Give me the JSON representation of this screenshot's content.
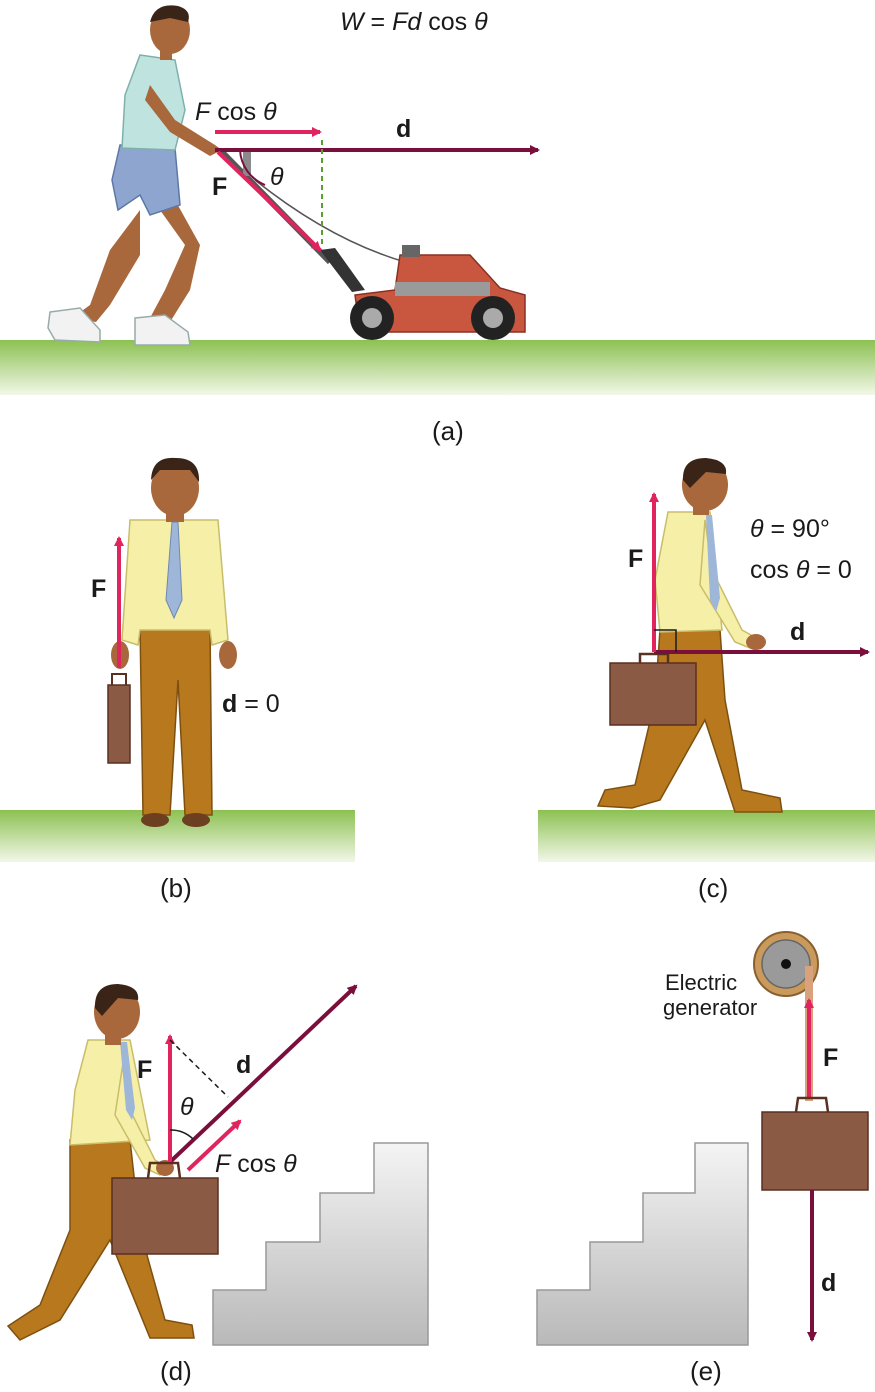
{
  "panel_a": {
    "equation": {
      "lhs": "W",
      "eq": " = ",
      "f": "F",
      "d": "d",
      "cos": " cos ",
      "theta": "θ"
    },
    "fcos_label": {
      "f": "F",
      "cos": " cos ",
      "theta": "θ"
    },
    "d_label": "d",
    "f_label": "F",
    "theta_label": "θ",
    "caption": "(a)"
  },
  "panel_b": {
    "f_label": "F",
    "d_label": {
      "d": "d",
      "eq": " = 0"
    },
    "caption": "(b)"
  },
  "panel_c": {
    "f_label": "F",
    "d_label": "d",
    "theta_line": {
      "theta": "θ",
      "rest": "  = 90°"
    },
    "cos_line": {
      "cos": "cos ",
      "theta": "θ",
      "rest": "  = 0"
    },
    "caption": "(c)"
  },
  "panel_d": {
    "f_label": "F",
    "d_label": "d",
    "theta_label": "θ",
    "fcos_label": {
      "f": "F",
      "cos": " cos ",
      "theta": "θ"
    },
    "caption": "(d)"
  },
  "panel_e": {
    "generator_line1": "Electric",
    "generator_line2": "generator",
    "f_label": "F",
    "d_label": "d",
    "caption": "(e)"
  },
  "colors": {
    "force_arrow": "#e0245e",
    "displacement_arrow": "#7a0f3c",
    "grass": "#8cc152",
    "briefcase": "#8b5a44",
    "shirt": "#f6efa8",
    "pants": "#b8781e",
    "skin": "#a8683c",
    "mower": "#c9573f",
    "stairs": "#dcdcdc"
  }
}
